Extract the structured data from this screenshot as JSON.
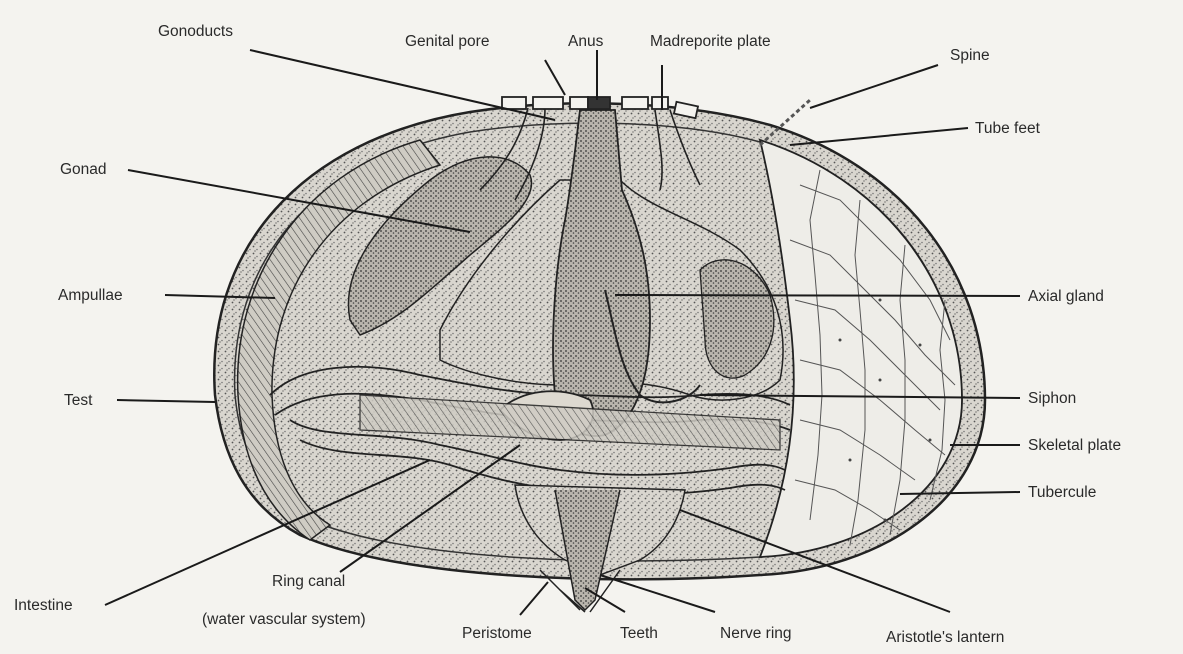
{
  "labels": {
    "gonoducts": "Gonoducts",
    "genital_pore": "Genital pore",
    "anus": "Anus",
    "madreporite_plate": "Madreporite plate",
    "spine": "Spine",
    "tube_feet": "Tube feet",
    "gonad": "Gonad",
    "ampullae": "Ampullae",
    "axial_gland": "Axial gland",
    "test": "Test",
    "siphon": "Siphon",
    "skeletal_plate": "Skeletal plate",
    "tubercule": "Tubercule",
    "intestine": "Intestine",
    "ring_canal": "Ring canal",
    "ring_canal_note": "(water vascular system)",
    "peristome": "Peristome",
    "teeth": "Teeth",
    "nerve_ring": "Nerve ring",
    "aristotles_lantern": "Aristotle's lantern"
  }
}
